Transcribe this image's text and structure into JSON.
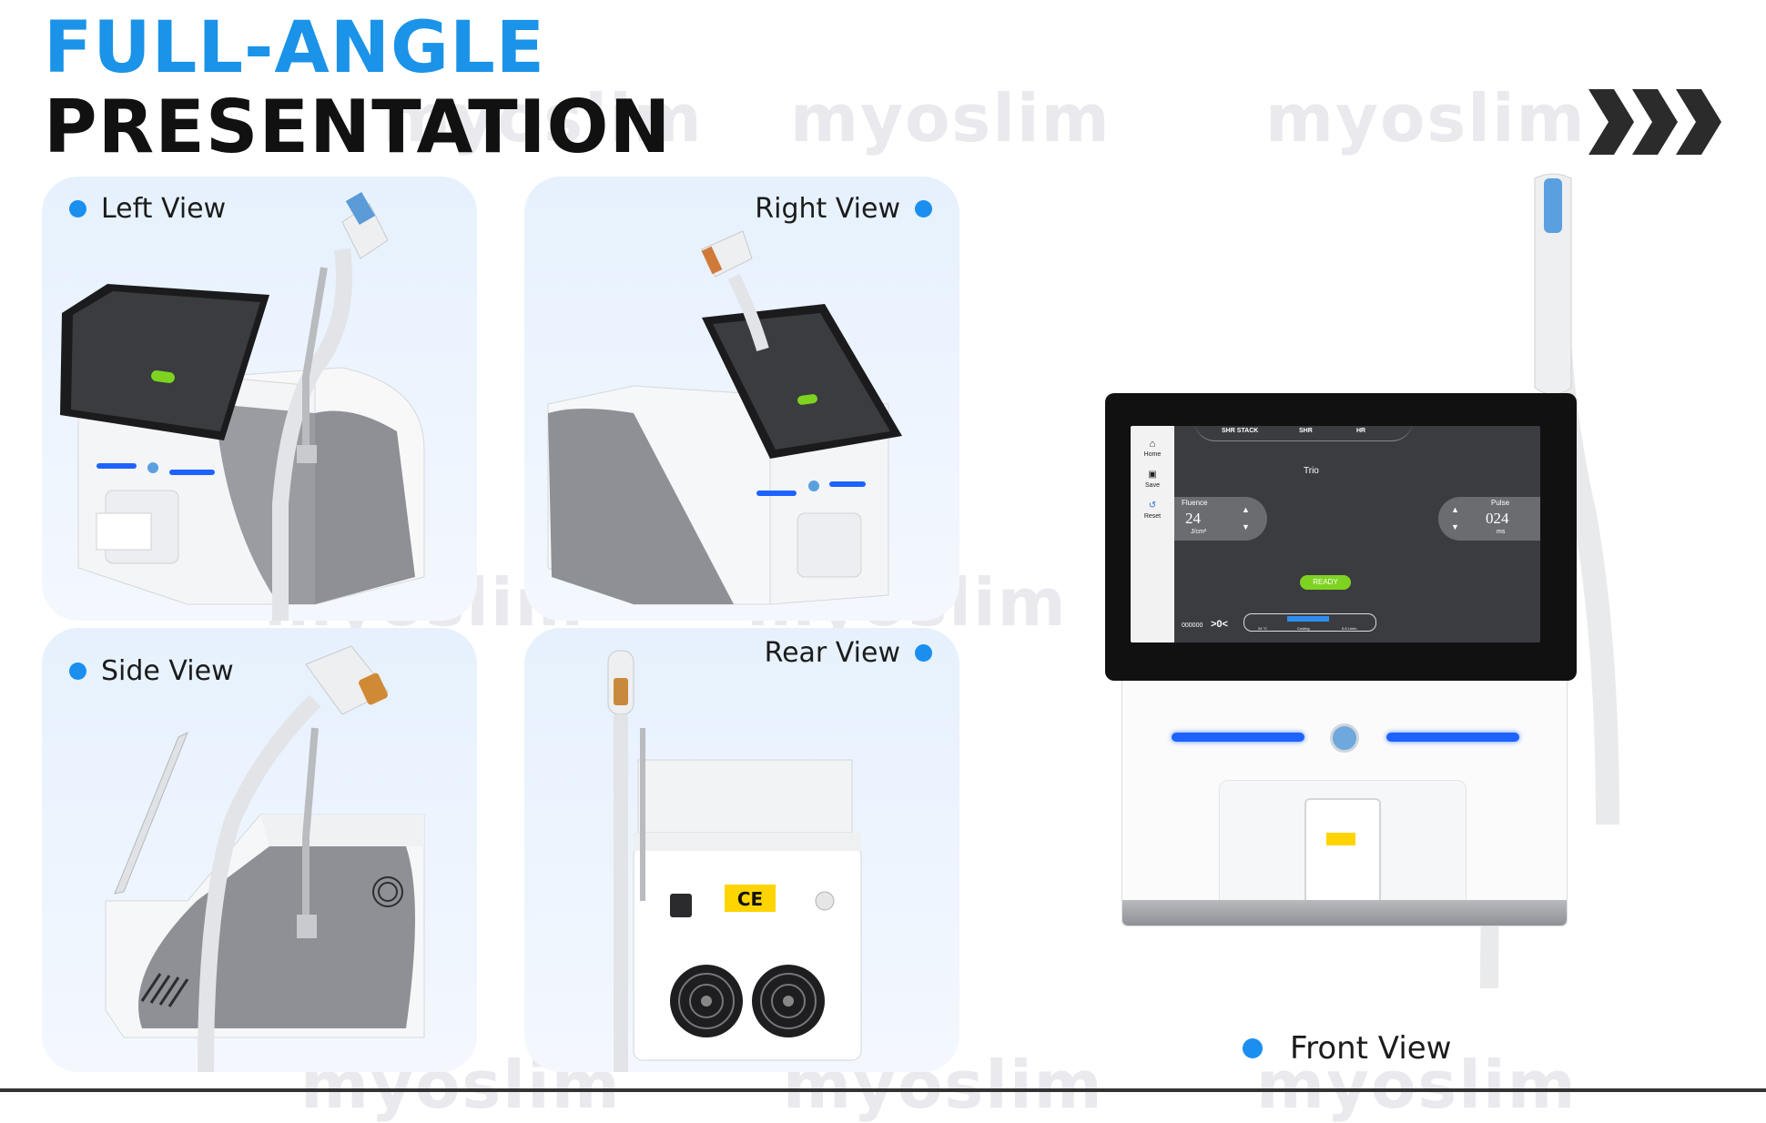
{
  "title": {
    "line1": "FULL-ANGLE",
    "line2": "PRESENTATION"
  },
  "brand": "myoslim",
  "views": {
    "left": "Left View",
    "right": "Right View",
    "side": "Side View",
    "rear": "Rear View",
    "front": "Front View"
  },
  "screen": {
    "tabs": [
      "SHR STACK",
      "SHR",
      "HR"
    ],
    "mode": "Trio",
    "side_menu": [
      "Home",
      "Save",
      "Reset"
    ],
    "fluence_label": "Fluence",
    "fluence_value": "24",
    "fluence_unit": "J/cm²",
    "pulse_label": "Pulse",
    "pulse_value": "024",
    "pulse_unit": "ms",
    "ready": "READY",
    "counter": "000000",
    "center_symbol": ">0<",
    "status_items": [
      "24 °C",
      "Cooling",
      "0.6 L/min"
    ]
  },
  "colors": {
    "accent": "#1a93e8",
    "title_dark": "#111111",
    "ready": "#7ed321",
    "panel_bg": "#e6f1fd"
  },
  "icons": [
    "bullet-dot-icon",
    "chevron-arrows-icon",
    "home-icon",
    "save-icon",
    "reset-icon",
    "fan-icon",
    "ce-mark-icon"
  ]
}
